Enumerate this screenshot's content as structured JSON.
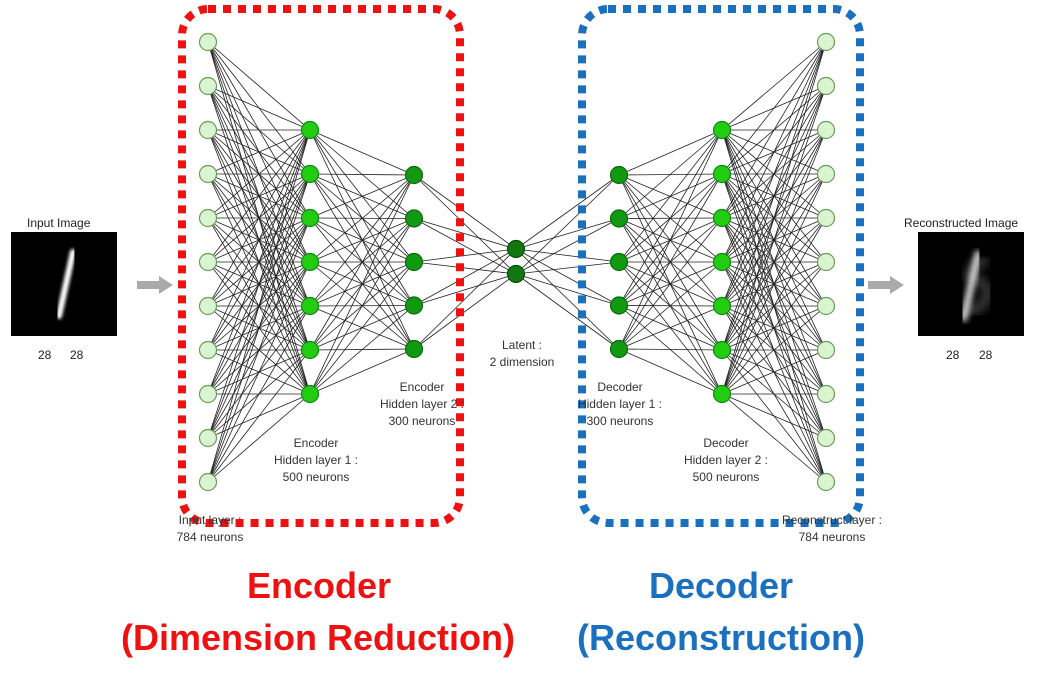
{
  "colors": {
    "encoder_accent": "#ee1111",
    "decoder_accent": "#1a6fbf",
    "input_neuron": "#d9f5d0",
    "hidden_neuron": "#22cc11",
    "latent_neuron": "#117711",
    "decoder_hidden1_neuron": "#119911",
    "edge": "#222222",
    "arrow": "#aaaaaa"
  },
  "input_image": {
    "caption": "Input Image",
    "dim_a": "28",
    "dim_b": "28"
  },
  "output_image": {
    "caption": "Reconstructed Image",
    "dim_a": "28",
    "dim_b": "28"
  },
  "layers": {
    "input": {
      "line1": "Input layer :",
      "line2": "784 neurons",
      "neuron_count": 11
    },
    "enc_hidden1": {
      "line1": "Encoder",
      "line2": "Hidden layer 1 :",
      "line3": "500 neurons",
      "neuron_count": 7
    },
    "enc_hidden2": {
      "line1": "Encoder",
      "line2": "Hidden layer 2 :",
      "line3": "300 neurons",
      "neuron_count": 5
    },
    "latent": {
      "line1": "Latent :",
      "line2": "2 dimension",
      "neuron_count": 2
    },
    "dec_hidden1": {
      "line1": "Decoder",
      "line2": "Hidden layer 1 :",
      "line3": "300 neurons",
      "neuron_count": 5
    },
    "dec_hidden2": {
      "line1": "Decoder",
      "line2": "Hidden layer 2 :",
      "line3": "500 neurons",
      "neuron_count": 7
    },
    "output": {
      "line1": "Reconstruct layer :",
      "line2": "784 neurons",
      "neuron_count": 11
    }
  },
  "titles": {
    "encoder": "Encoder",
    "encoder_sub": "(Dimension Reduction)",
    "decoder": "Decoder",
    "decoder_sub": "(Reconstruction)"
  }
}
